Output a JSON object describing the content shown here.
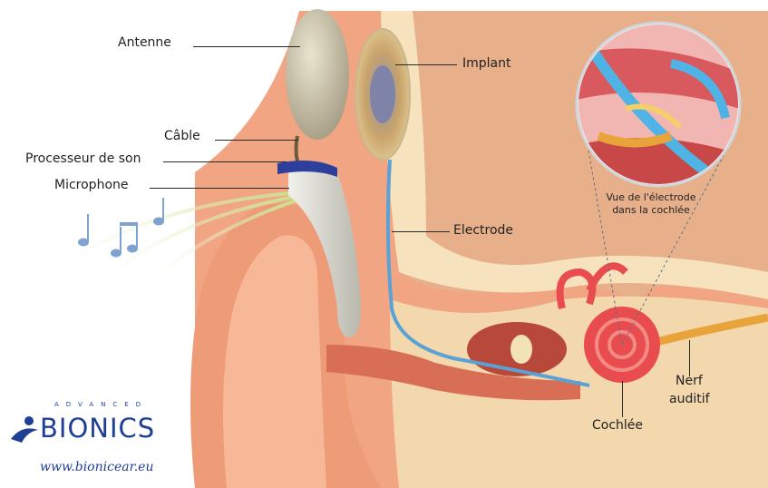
{
  "labels": {
    "antenne": "Antenne",
    "cable": "Câble",
    "processeur": "Processeur de son",
    "microphone": "Microphone",
    "implant": "Implant",
    "electrode": "Electrode",
    "nerf_line1": "Nerf",
    "nerf_line2": "auditif",
    "cochlee": "Cochlée",
    "inset_line1": "Vue de l'électrode",
    "inset_line2": "dans la cochlée"
  },
  "brand": {
    "top": "ADVANCED",
    "name": "BIONICS",
    "url": "www.bionicear.eu"
  },
  "colors": {
    "skin": "#f2a583",
    "skin_dark": "#e08a68",
    "brain": "#e7b08b",
    "bone": "#f6e2bd",
    "electrode": "#5aa2d6",
    "cochlea": "#e84c4f",
    "nerve": "#e8a43a",
    "brand": "#1f3f97"
  }
}
